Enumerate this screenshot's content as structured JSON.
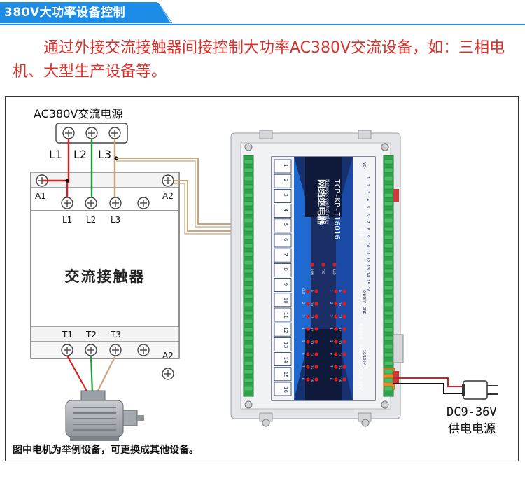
{
  "header": {
    "title": "380V大功率设备控制",
    "accent_color": "#1c8ce6"
  },
  "intro_text": "通过外接交流接触器间接控制大功率AC380V交流设备，如：三相电机、大型生产设备等。",
  "diagram": {
    "power_source_label": "AC380V交流电源",
    "phases": [
      "L1",
      "L2",
      "L3"
    ],
    "contactor_top_left": "A1",
    "contactor_top_right": "A2",
    "contactor_line_labels": [
      "L1",
      "L2",
      "L3"
    ],
    "contactor_name": "交流接触器",
    "contactor_load_labels": [
      "T1",
      "T2",
      "T3"
    ],
    "contactor_bottom_right": "A2",
    "device": {
      "title_main": "网络继电器",
      "title_sub": "Network control relay",
      "model": "TCP-KP-I16016",
      "input_label": "INPUT",
      "output_label": "OUT",
      "led_run": "RUN",
      "led_txd": "TXD",
      "led_rxd": "RXD",
      "rs485_label": "RS485",
      "ethernet_label": "Ethernet",
      "eth_speed": "10/100M",
      "dc_label": "DC9-36V",
      "vo_label": "VO-",
      "gnd_label": "GND",
      "onoff_label": "ON/OFF",
      "channel_numbers": [
        "1",
        "2",
        "3",
        "4",
        "5",
        "6",
        "7",
        "8",
        "9",
        "10",
        "11",
        "12",
        "13",
        "14",
        "15",
        "16"
      ]
    },
    "dc_power_label_1": "DC9-36V",
    "dc_power_label_2": "供电电源",
    "wire_colors": {
      "l1": "#d42020",
      "l2": "#1e9c3a",
      "l3": "#c8a67a",
      "signal": "#c8a67a",
      "dc_red": "#d42020",
      "dc_black": "#111111"
    },
    "footnote": "图中电机为举例设备，可更换成其他设备。"
  }
}
